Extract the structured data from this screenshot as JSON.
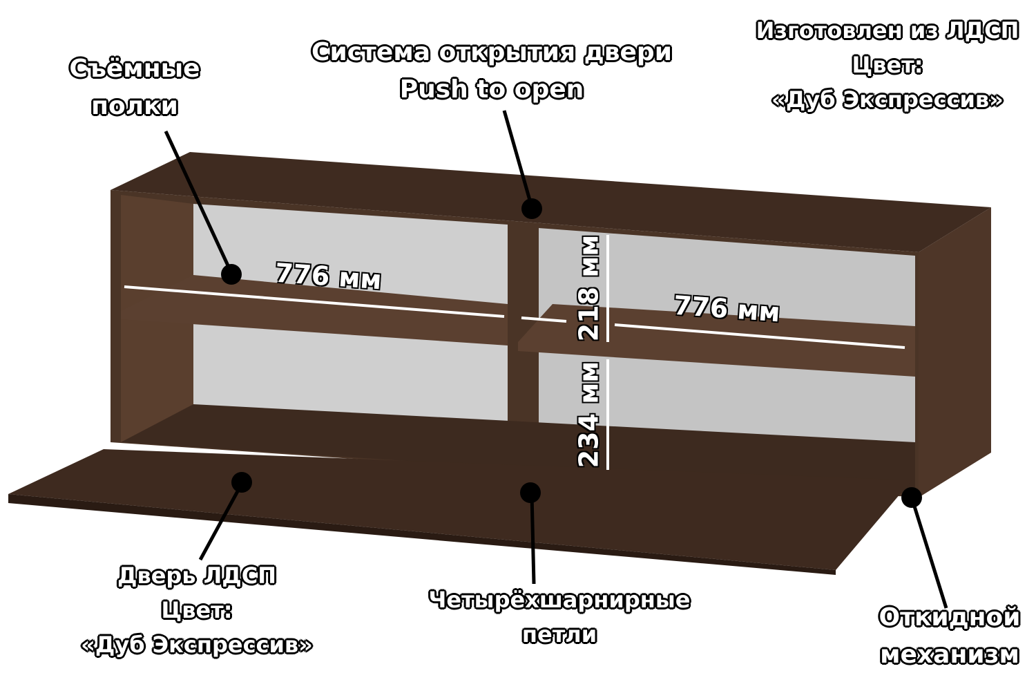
{
  "colors": {
    "wood": "#4a3426",
    "wood_dark": "#3a271c",
    "interior": "#c8c8c8",
    "label_fill": "#ffffff",
    "label_stroke": "#000000"
  },
  "labels": {
    "shelves": [
      "Съёмные",
      "полки"
    ],
    "door_system": [
      "Система открытия двери",
      "Push to open"
    ],
    "material": [
      "Изготовлен из ЛДСП",
      "Цвет:",
      "«Дуб Экспрессив»"
    ],
    "door": [
      "Дверь ЛДСП",
      "Цвет:",
      "«Дуб Экспрессив»"
    ],
    "hinges": [
      "Четырёхшарнирные",
      "петли"
    ],
    "mechanism": [
      "Откидной",
      "механизм"
    ]
  },
  "dimensions": {
    "left_width": "776 мм",
    "right_width": "776 мм",
    "upper_height": "218 мм",
    "lower_height": "234 мм"
  }
}
